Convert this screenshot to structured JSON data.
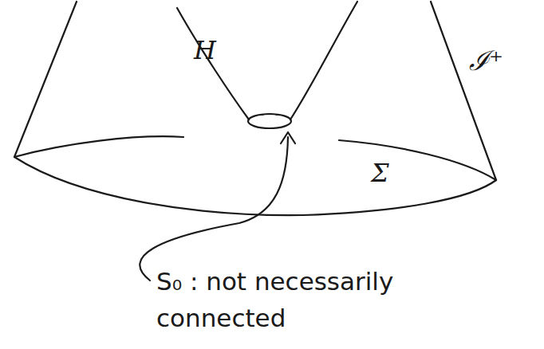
{
  "diagram": {
    "labels": [
      "H",
      "ℐ⁺",
      "Σ",
      "S₀ : not necessarily connected"
    ]
  }
}
